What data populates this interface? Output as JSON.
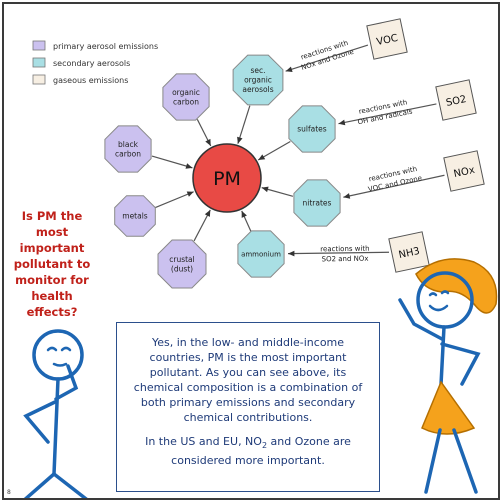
{
  "legend": {
    "primary": "primary aerosol emissions",
    "secondary": "secondary aerosols",
    "gaseous": "gaseous emissions"
  },
  "colors": {
    "primary_fill": "#cbc1ef",
    "secondary_fill": "#a9dfe4",
    "gaseous_fill": "#f7efe3",
    "pm_fill": "#e84a45",
    "question_text": "#c0211a",
    "answer_text": "#1e3a78",
    "stick_blue": "#1d66b3",
    "hair_orange": "#f5a21c"
  },
  "center": {
    "label": "PM"
  },
  "primary_nodes": [
    {
      "id": "organic",
      "lines": [
        "organic",
        "carbon"
      ]
    },
    {
      "id": "black",
      "lines": [
        "black",
        "carbon"
      ]
    },
    {
      "id": "metals",
      "lines": [
        "metals"
      ]
    },
    {
      "id": "crustal",
      "lines": [
        "crustal",
        "(dust)"
      ]
    }
  ],
  "secondary_nodes": [
    {
      "id": "secorg",
      "lines": [
        "sec.",
        "organic",
        "aerosols"
      ],
      "reaction": [
        "reactions with",
        "NOx and Ozone"
      ],
      "gas": "VOC"
    },
    {
      "id": "sulfates",
      "lines": [
        "sulfates"
      ],
      "reaction": [
        "reactions with",
        "OH and radicals"
      ],
      "gas": "SO2"
    },
    {
      "id": "nitrates",
      "lines": [
        "nitrates"
      ],
      "reaction": [
        "reactions with",
        "VOC and Ozone"
      ],
      "gas": "NOx"
    },
    {
      "id": "ammonium",
      "lines": [
        "ammonium"
      ],
      "reaction": [
        "reactions with",
        "SO2 and NOx"
      ],
      "gas": "NH3"
    }
  ],
  "question": "Is PM the most important pollutant to monitor for health effects?",
  "answer": {
    "p1": "Yes, in the low- and middle-income countries, PM is the most important pollutant. As you can see above, its chemical composition is a combination of both primary emissions and secondary chemical contributions.",
    "p2_pre": "In the US and EU, NO",
    "p2_sub": "2",
    "p2_post": " and Ozone are considered more important."
  },
  "page_number": "8"
}
